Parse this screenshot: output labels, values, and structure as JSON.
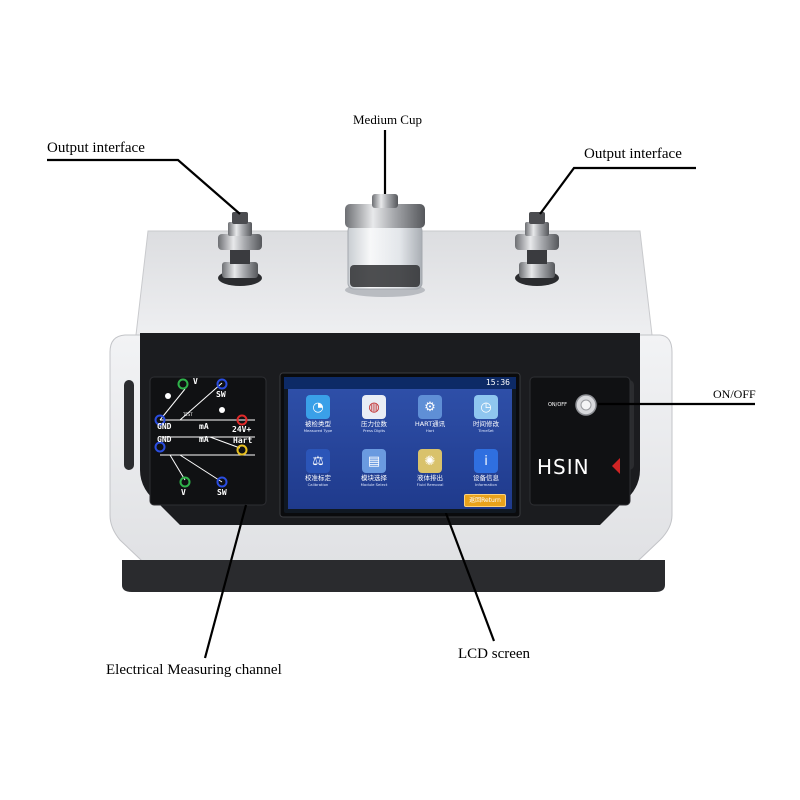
{
  "callouts": {
    "output_left": "Output interface",
    "medium_cup": "Medium Cup",
    "output_right": "Output interface",
    "on_off": "ON/OFF",
    "lcd_screen": "LCD screen",
    "electrical_channel": "Electrical Measuring channel"
  },
  "lcd": {
    "time": "15:36",
    "tiles": [
      {
        "cn": "被检类型",
        "en": "Measured Type",
        "icon": "gauge-icon",
        "color": "#3aa0e8",
        "glyph": "◔"
      },
      {
        "cn": "压力位数",
        "en": "Press Digits",
        "icon": "dial-icon",
        "color": "#e9edf5",
        "glyph": "◍"
      },
      {
        "cn": "HART通讯",
        "en": "Hart",
        "icon": "transmitter-icon",
        "color": "#5f8fd6",
        "glyph": "⚙"
      },
      {
        "cn": "时间修改",
        "en": "TimeSet",
        "icon": "clock-icon",
        "color": "#8fc6ef",
        "glyph": "◷"
      },
      {
        "cn": "校准标定",
        "en": "Calibration",
        "icon": "scale-icon",
        "color": "#2b55b8",
        "glyph": "⚖"
      },
      {
        "cn": "模块选择",
        "en": "Module Select",
        "icon": "module-icon",
        "color": "#6a9ae0",
        "glyph": "▤"
      },
      {
        "cn": "液体排出",
        "en": "Fluid Removal",
        "icon": "splash-icon",
        "color": "#d9c26b",
        "glyph": "✺"
      },
      {
        "cn": "设备信息",
        "en": "Information",
        "icon": "info-icon",
        "color": "#2f6fe0",
        "glyph": "i"
      }
    ],
    "return_label": "返回Return"
  },
  "terminals": {
    "v_top": "V",
    "sw_top": "SW",
    "gnd_1": "GND",
    "ma_1": "mA",
    "v24": "24V+",
    "gnd_2": "GND",
    "ma_2": "mA",
    "hart": "Hart",
    "v_bottom": "V",
    "sw_bottom": "SW",
    "test": "TEST"
  },
  "power_panel": {
    "switch_label": "ON/OFF",
    "brand": "HSIN"
  },
  "colors": {
    "body": "#e6e7ea",
    "front_panel": "#1a1a1c",
    "terminal_green": "#2fb34a",
    "terminal_blue": "#2a4de0",
    "terminal_red": "#e02a2a",
    "terminal_yellow": "#e8c020"
  }
}
